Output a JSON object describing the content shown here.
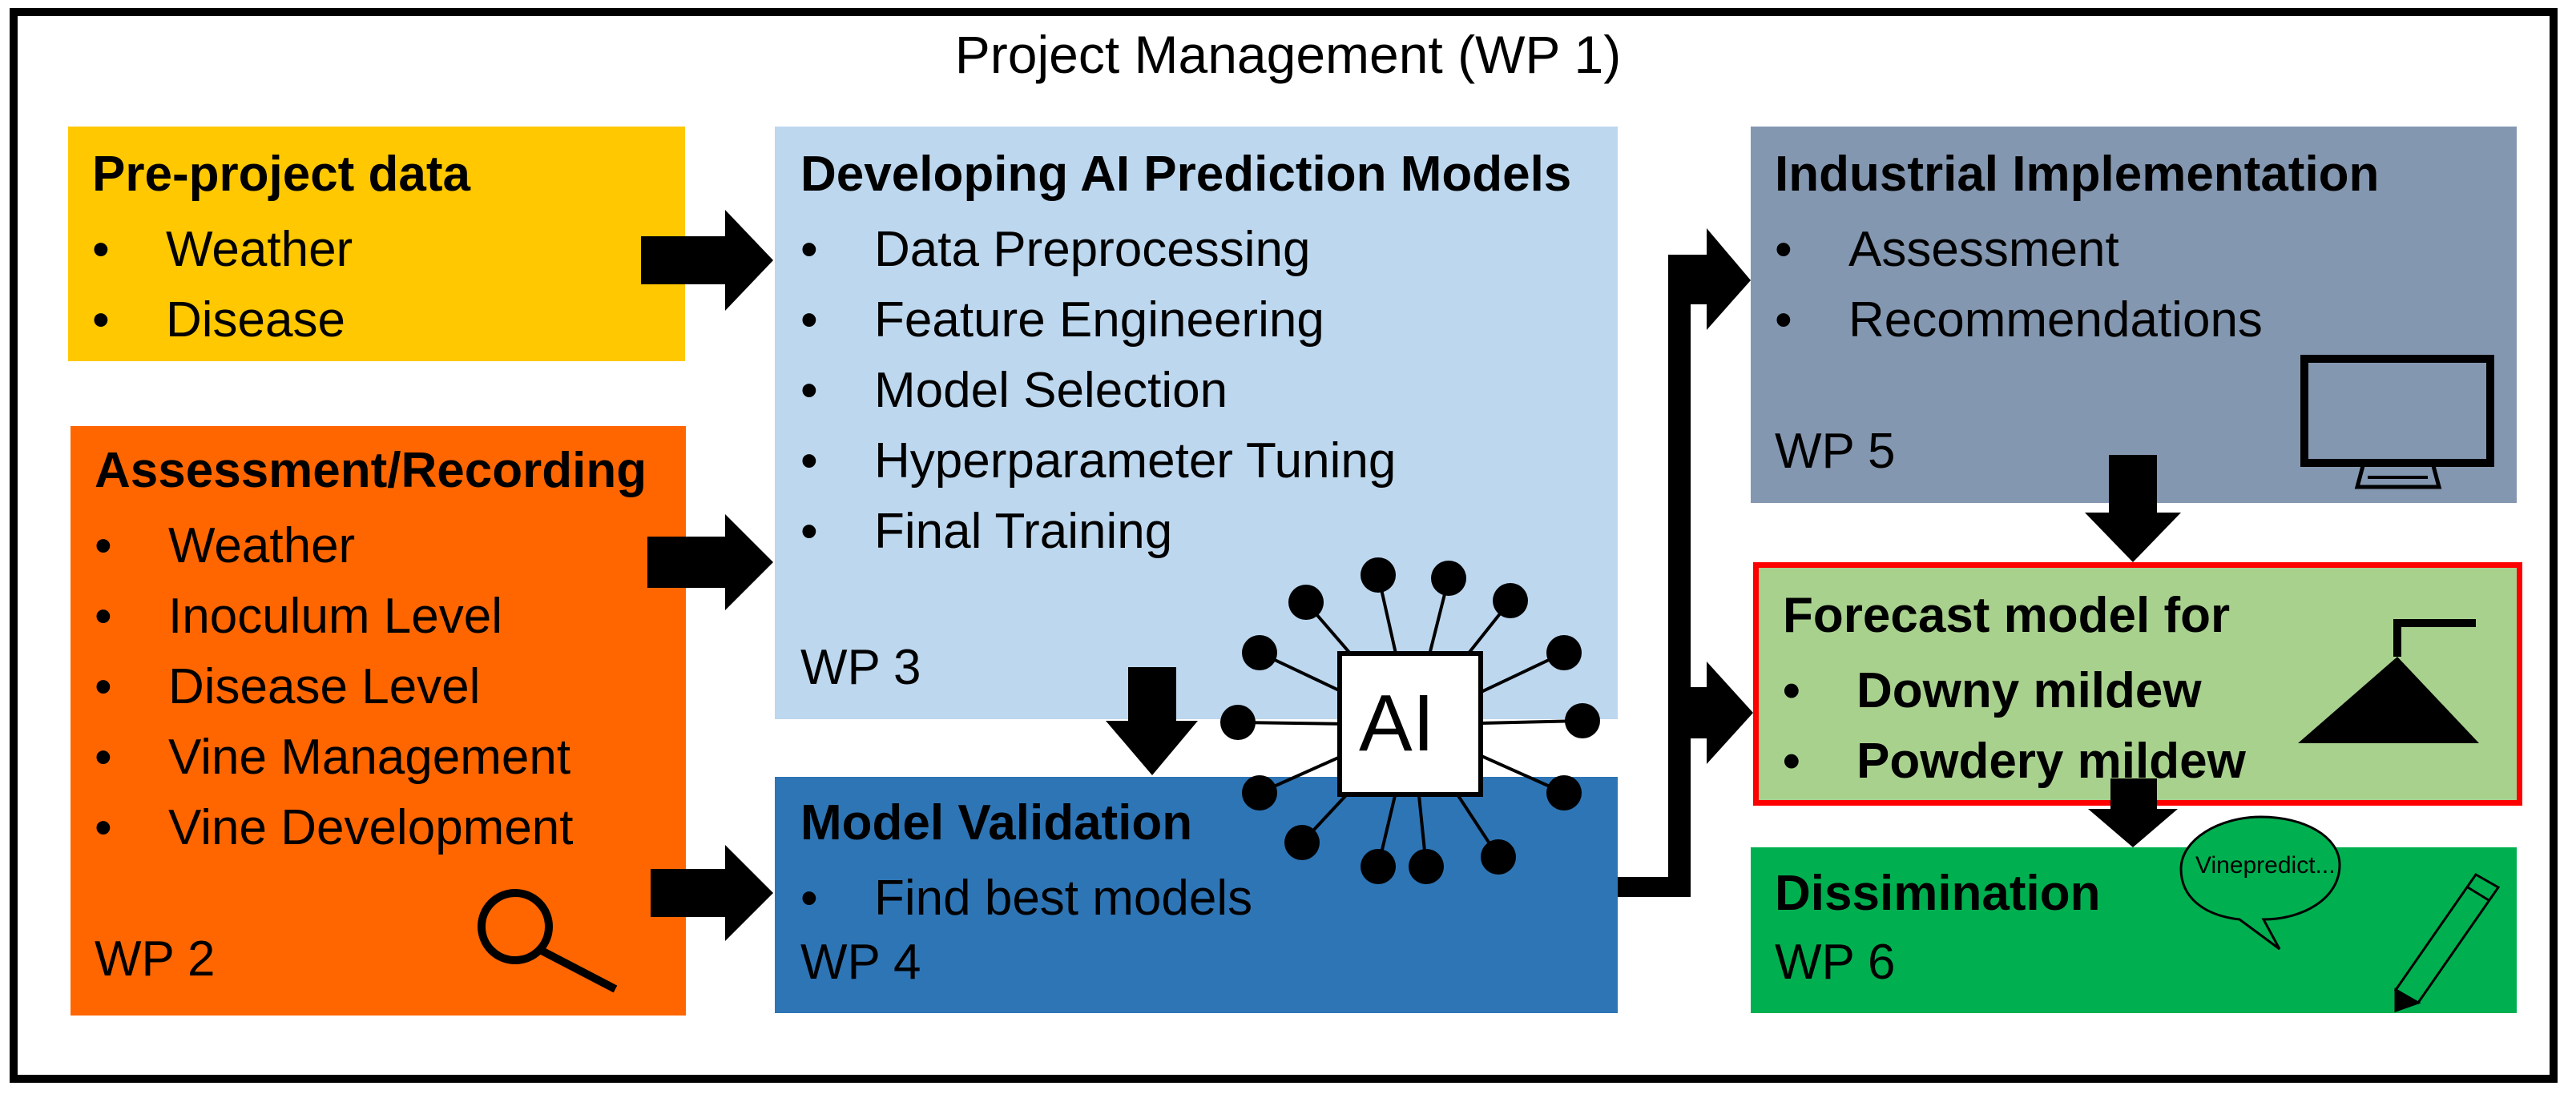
{
  "header": {
    "title": "Project Management (WP 1)"
  },
  "colors": {
    "pre_project": "#FFC800",
    "assessment": "#FF6600",
    "developing": "#BDD7EE",
    "validation": "#2E75B6",
    "industrial": "#8497B0",
    "forecast": "#A9D18E",
    "forecast_border": "#FF0000",
    "dissemination": "#00B050"
  },
  "boxes": {
    "pre_project": {
      "title": "Pre-project data",
      "items": [
        "Weather",
        "Disease"
      ]
    },
    "assessment": {
      "title": "Assessment/Recording",
      "items": [
        "Weather",
        "Inoculum Level",
        "Disease Level",
        "Vine Management",
        "Vine Development"
      ],
      "wp": "WP 2",
      "icon": "magnifier-icon"
    },
    "developing": {
      "title": "Developing AI Prediction Models",
      "items": [
        "Data Preprocessing",
        "Feature Engineering",
        "Model Selection",
        "Hyperparameter Tuning",
        "Final Training"
      ],
      "wp": "WP 3"
    },
    "validation": {
      "title": "Model Validation",
      "items": [
        "Find best models"
      ],
      "wp": "WP 4"
    },
    "ai_badge": {
      "label": "AI",
      "icon": "neural-network-icon"
    },
    "industrial": {
      "title": "Industrial Implementation",
      "items": [
        "Assessment",
        "Recommendations"
      ],
      "wp": "WP 5",
      "icon": "monitor-icon"
    },
    "forecast": {
      "title": "Forecast model for",
      "items": [
        "Downy mildew",
        "Powdery mildew"
      ],
      "icon": "sprayer-icon"
    },
    "dissemination": {
      "title": "Dissimination",
      "wp": "WP 6",
      "bubble_text": "Vinepredict...",
      "icon": "pencil-icon"
    }
  }
}
